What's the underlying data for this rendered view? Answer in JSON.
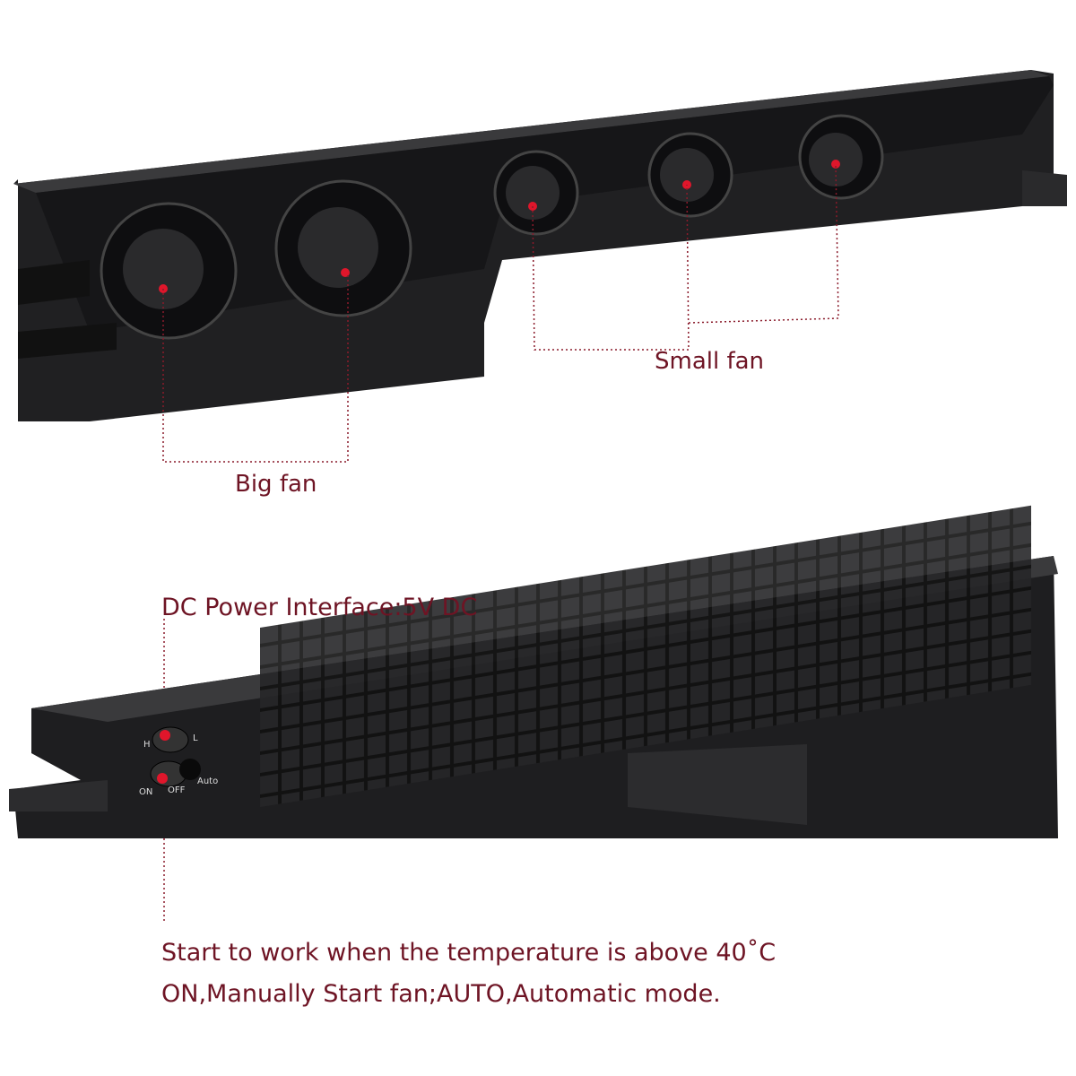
{
  "annotations": {
    "small_fan": "Small fan",
    "big_fan": "Big fan",
    "dc_power": "DC Power Interface:5V DC",
    "temperature_note": "Start to work when the temperature is above 40˚C",
    "mode_note": "ON,Manually Start fan;AUTO,Automatic mode."
  },
  "device_labels": {
    "speed_high": "H",
    "speed_low": "L",
    "on": "ON",
    "off": "OFF",
    "auto": "Auto"
  },
  "colors": {
    "text": "#6e1424",
    "marker": "#e0162b",
    "device": "#1c1c1e"
  }
}
